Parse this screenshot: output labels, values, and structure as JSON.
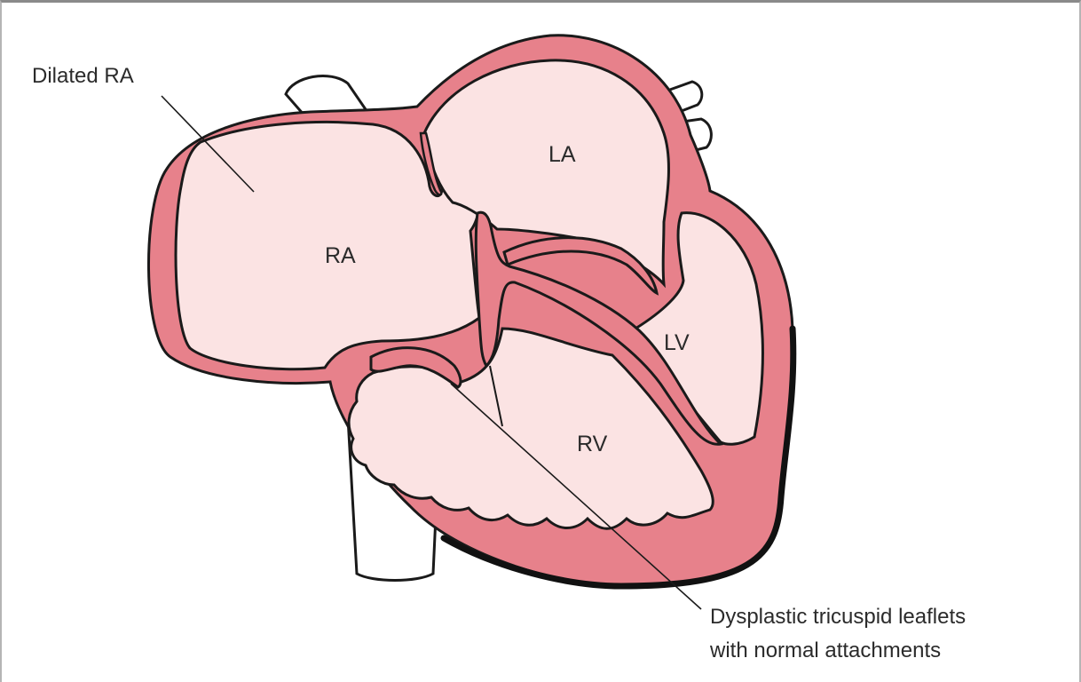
{
  "labels": {
    "dilated_ra": "Dilated RA",
    "ra": "RA",
    "la": "LA",
    "lv": "LV",
    "rv": "RV",
    "dysplastic_line1": "Dysplastic tricuspid leaflets",
    "dysplastic_line2": "with normal attachments"
  },
  "colors": {
    "wall": "#e7818b",
    "chamber": "#fbe3e3",
    "outline": "#1a1a1a",
    "vessel": "#ffffff"
  }
}
